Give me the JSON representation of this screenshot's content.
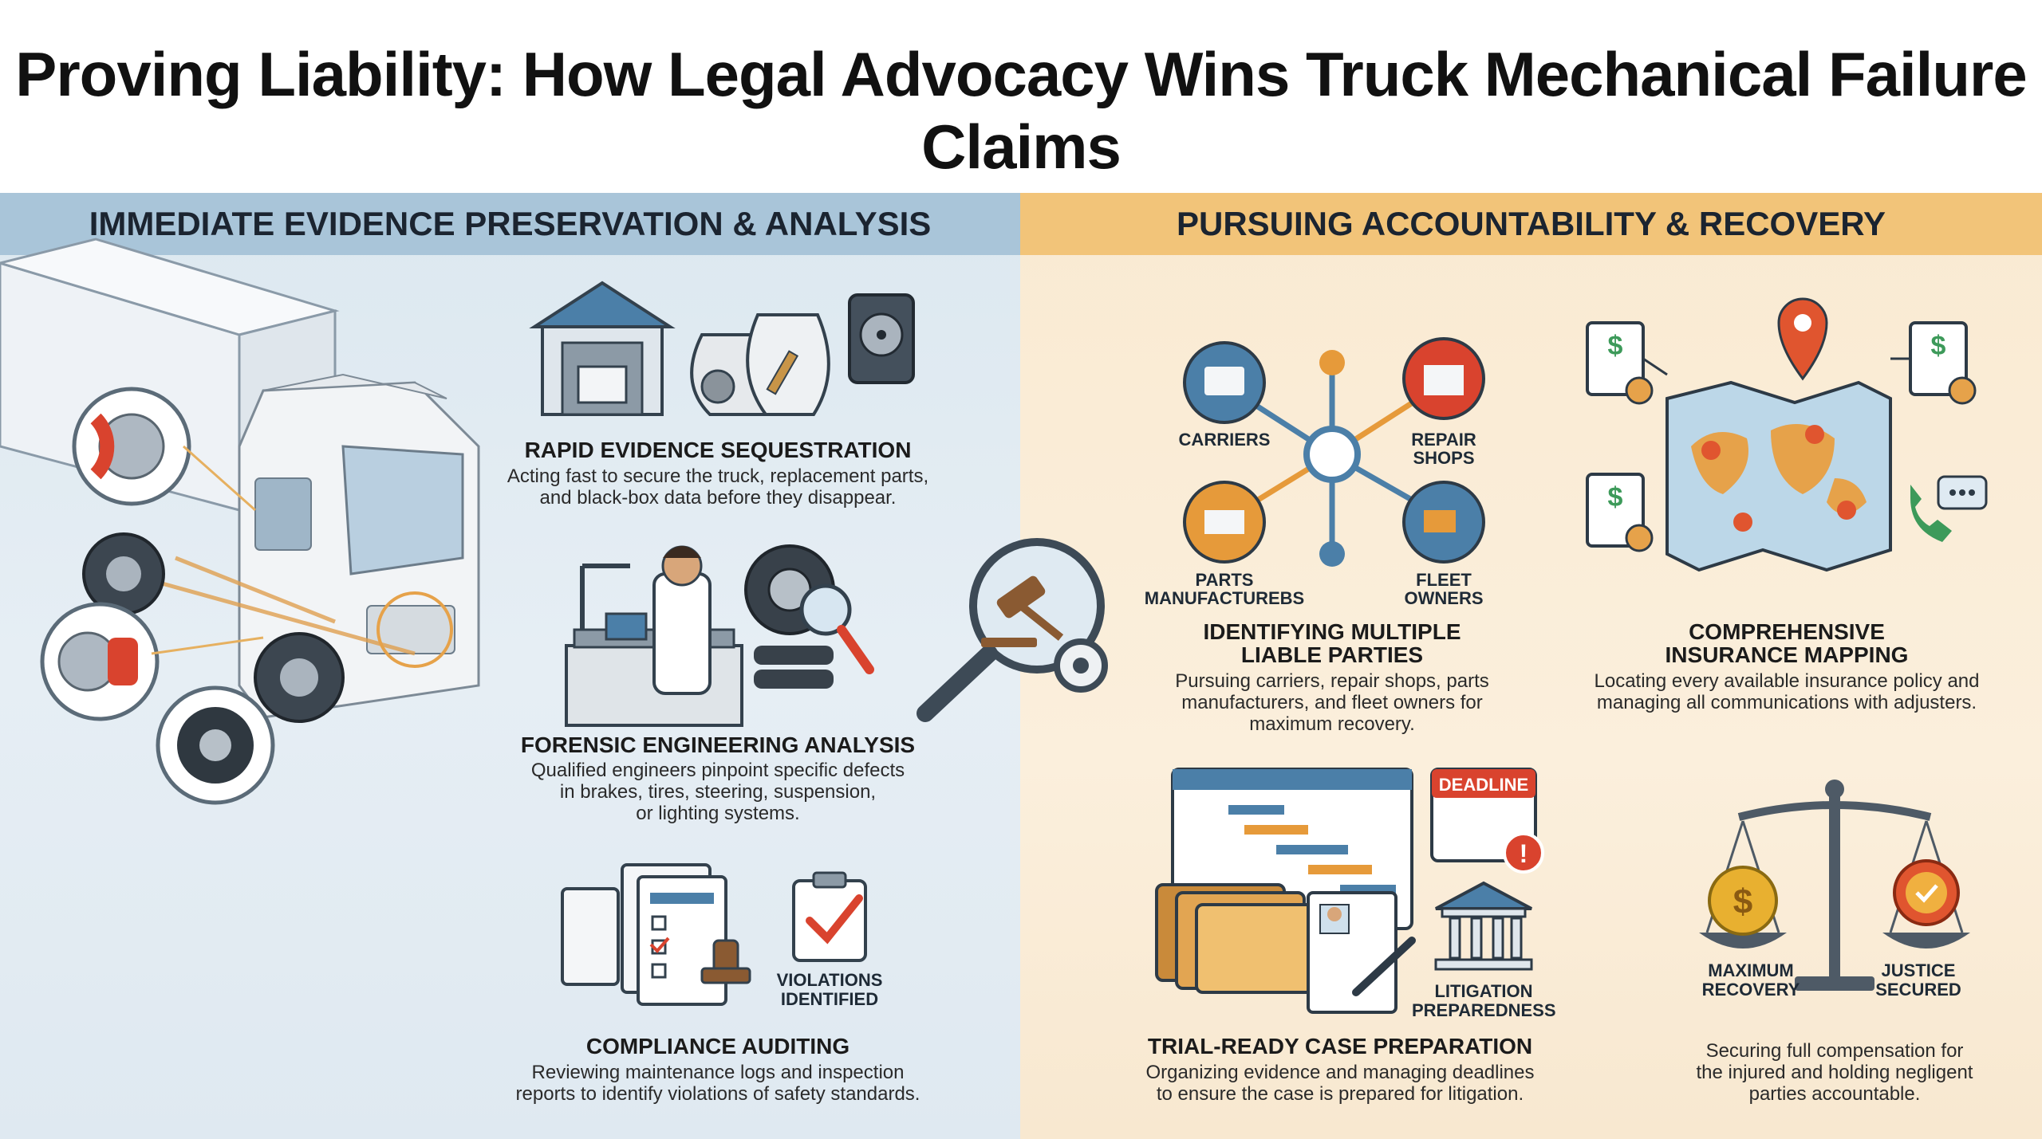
{
  "title": "Proving Liability: How Legal Advocacy Wins Truck Mechanical Failure Claims",
  "left": {
    "heading": "IMMEDIATE EVIDENCE PRESERVATION & ANALYSIS",
    "items": [
      {
        "title": "RAPID EVIDENCE SEQUESTRATION",
        "desc1": "Acting fast to secure the truck, replacement parts,",
        "desc2": "and black-box data before they disappear."
      },
      {
        "title": "FORENSIC ENGINEERING ANALYSIS",
        "desc1": "Qualified engineers pinpoint specific defects",
        "desc2": "in brakes, tires, steering, suspension,",
        "desc3": "or lighting systems."
      },
      {
        "title": "COMPLIANCE AUDITING",
        "desc1": "Reviewing maintenance logs and inspection",
        "desc2": "reports to identify violations of safety standards.",
        "badge1": "VIOLATIONS",
        "badge2": "IDENTIFIED"
      }
    ]
  },
  "right": {
    "heading": "PURSUING ACCOUNTABILITY & RECOVERY",
    "parties": {
      "carriers": "CARRIERS",
      "repair1": "REPAIR",
      "repair2": "SHOPS",
      "parts1": "PARTS",
      "parts2": "MANUFACTUREBS",
      "fleet1": "FLEET",
      "fleet2": "OWNERS",
      "title1": "IDENTIFYING MULTIPLE",
      "title2": "LIABLE PARTIES",
      "desc1": "Pursuing carriers, repair shops, parts",
      "desc2": "manufacturers, and fleet owners for",
      "desc3": "maximum recovery."
    },
    "insurance": {
      "title1": "COMPREHENSIVE",
      "title2": "INSURANCE MAPPING",
      "desc1": "Locating every available insurance policy and",
      "desc2": "managing all communications with adjusters."
    },
    "trial": {
      "deadline": "DEADLINE",
      "lit1": "LITIGATION",
      "lit2": "PREPAREDNESS",
      "title": "TRIAL-READY CASE PREPARATION",
      "desc1": "Organizing evidence and managing deadlines",
      "desc2": "to ensure the case is prepared for litigation."
    },
    "justice": {
      "max1": "MAXIMUM",
      "max2": "RECOVERY",
      "just1": "JUSTICE",
      "just2": "SECURED",
      "desc1": "Securing full compensation for",
      "desc2": "the injured and holding negligent",
      "desc3": "parties accountable."
    }
  },
  "colors": {
    "left_band": "#a9c5d9",
    "right_band": "#f2c479",
    "accent_red": "#d9432e",
    "accent_blue": "#4b7fa8",
    "accent_orange": "#e69a3a"
  }
}
